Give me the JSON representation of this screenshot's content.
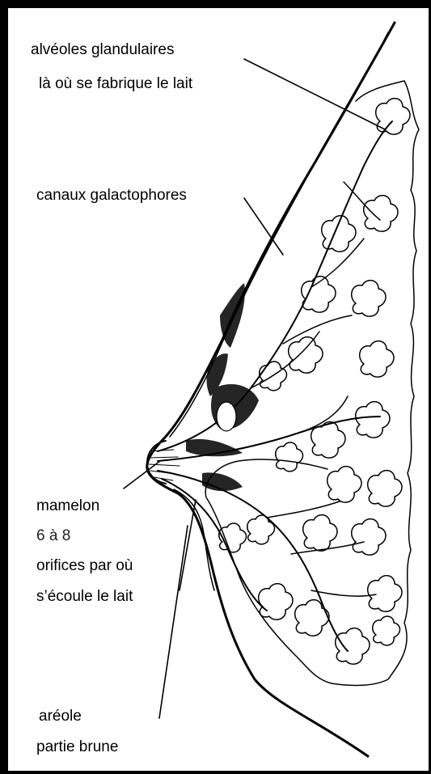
{
  "labels": {
    "alveoles_line1": "alvéoles glandulaires",
    "alveoles_line2": "là où se fabrique le lait",
    "canaux": "canaux galactophores",
    "mamelon": "mamelon",
    "orifices_count": "6 à 8",
    "orifices_line1": "orifices par où",
    "orifices_line2": "s’écoule le lait",
    "areole_line1": "aréole",
    "areole_line2": "partie brune"
  },
  "colors": {
    "ink": "#000000",
    "paper": "#ffffff",
    "border": "#000000"
  }
}
